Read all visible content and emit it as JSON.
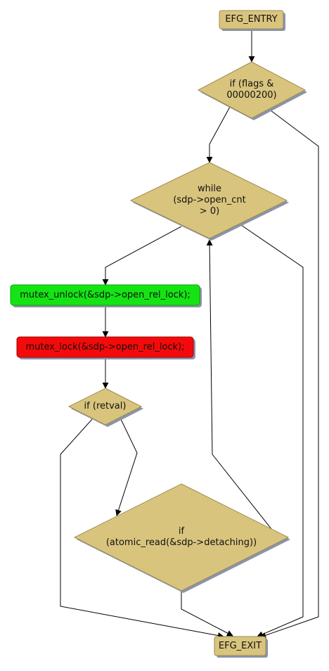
{
  "colors": {
    "node_fill": "#d9c47e",
    "node_stroke": "#9e8c4e",
    "shadow": "#8a93aa",
    "unlock_fill": "#14e414",
    "lock_fill": "#f40a0a",
    "edge": "#000000"
  },
  "nodes": {
    "entry": "EFG_ENTRY",
    "cond_flags": "if (flags &\n00000200)",
    "loop_while": "while\n(sdp->open_cnt\n> 0)",
    "mutex_unlock": "mutex_unlock(&sdp->open_rel_lock);",
    "mutex_lock": "mutex_lock(&sdp->open_rel_lock);",
    "cond_retval": "if (retval)",
    "cond_detaching": "if\n(atomic_read(&sdp->detaching))",
    "exit": "EFG_EXIT"
  }
}
